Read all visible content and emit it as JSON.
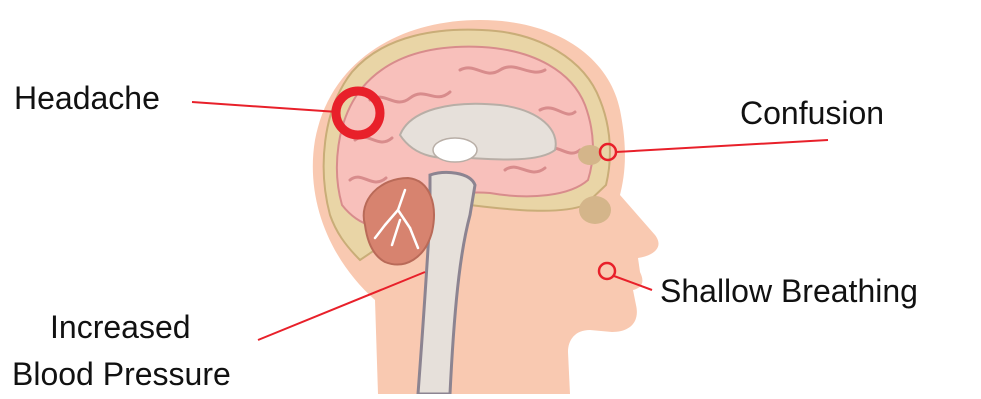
{
  "labels": {
    "headache": "Headache",
    "confusion": "Confusion",
    "shallow_breathing": "Shallow Breathing",
    "increased_bp_line1": "Increased",
    "increased_bp_line2": "Blood Pressure"
  },
  "colors": {
    "pointer_red": "#e8202a",
    "skin": "#f9c9b1",
    "skull_bone": "#e9d5a6",
    "brain_pink": "#f8c0bb",
    "brain_fold": "#d88c8c",
    "tissue_grey": "#e6e0da",
    "cerebellum": "#d7836f",
    "dark_outline": "#8c8491"
  }
}
